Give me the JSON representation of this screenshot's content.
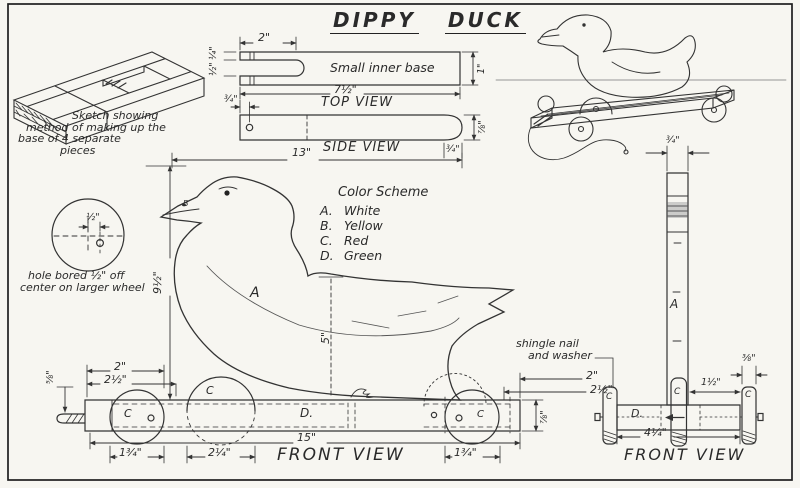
{
  "title": {
    "word1": "DIPPY",
    "word2": "DUCK"
  },
  "sketch_note": {
    "line1": "Sketch showing",
    "line2": "method of making up the",
    "line3": "base of 4 separate",
    "line4": "pieces"
  },
  "top_view": {
    "label": "TOP VIEW",
    "part_name": "Small inner base",
    "dim_slot_length": "2\"",
    "dim_prong": "¼\"",
    "dim_slot_width": "½\"",
    "dim_length": "7½\"",
    "dim_width": "1\""
  },
  "side_view": {
    "label": "SIDE VIEW",
    "dim_hole_offset": "¾\"",
    "dim_thickness": "⅞\"",
    "dim_end": "¾\"",
    "dim_body_length": "13\""
  },
  "wheel_detail": {
    "dim_offset": "½\"",
    "caption_line1": "hole bored ½\" off",
    "caption_line2": "center on larger wheel"
  },
  "color_scheme": {
    "heading": "Color Scheme",
    "items": [
      {
        "key": "A.",
        "value": "White"
      },
      {
        "key": "B.",
        "value": "Yellow"
      },
      {
        "key": "C.",
        "value": "Red"
      },
      {
        "key": "D.",
        "value": "Green"
      }
    ]
  },
  "duck": {
    "body_label": "A",
    "bill_label": "B",
    "dim_height": "9½\"",
    "dim_mid": "5\""
  },
  "front_view": {
    "label": "FRONT VIEW",
    "dim_overall": "15\"",
    "base_label": "D.",
    "dim_left_a": "2\"",
    "dim_left_b": "2½\"",
    "dim_left_c": "1¾\"",
    "dim_large_wheel": "2¼\"",
    "dim_right_a": "2\"",
    "dim_right_b": "2½\"",
    "dim_right_c": "1¾\"",
    "dim_left_edge": "⅝\"",
    "dim_right_edge": "⅞\"",
    "wheel_small_left": "C",
    "wheel_large_left": "C",
    "wheel_small_right": "C"
  },
  "end_view": {
    "label": "FRONT VIEW",
    "dim_top": "¾\"",
    "body_label": "A",
    "base_label": "D.",
    "dim_base": "4¼\"",
    "dim_offset": "1½\"",
    "dim_wheel_thickness": "⅜\"",
    "wheel_left": "C",
    "wheel_mid": "C",
    "wheel_right": "C",
    "note_line1": "shingle nail",
    "note_line2": "and washer"
  }
}
